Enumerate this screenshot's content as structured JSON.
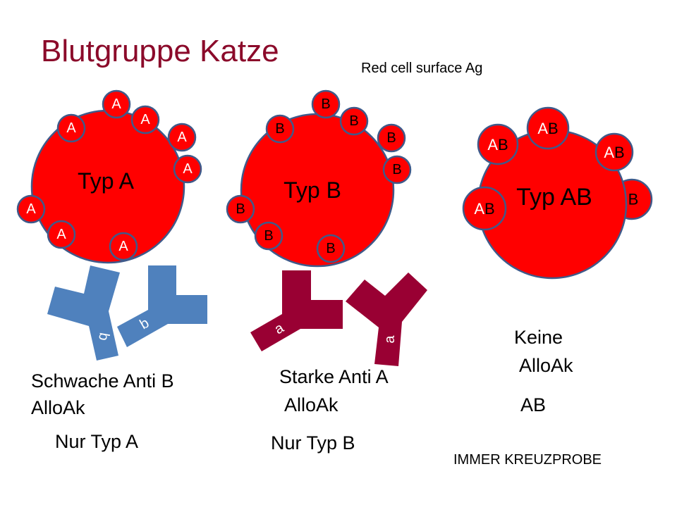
{
  "title": "Blutgruppe Katze",
  "subtitle": "Red cell surface Ag",
  "colors": {
    "cell": "#ff0000",
    "outline": "#3f5a8a",
    "anti_b": "#4f81bd",
    "anti_a": "#990033",
    "title": "#8b0a2a"
  },
  "cells": [
    {
      "label": "Typ A",
      "antigen": "A"
    },
    {
      "label": "Typ B",
      "antigen": "B"
    },
    {
      "label": "Typ AB",
      "antigen_a": "A",
      "antigen_b": "B"
    }
  ],
  "antibodies": {
    "anti_b_label": "b",
    "anti_a_label": "a"
  },
  "columns": [
    {
      "line1": "Schwache Anti B",
      "line2": "AlloAk",
      "note": "Nur Typ A"
    },
    {
      "line1": "Starke Anti A",
      "line2": "AlloAk",
      "note": "Nur Typ B"
    },
    {
      "line1": "Keine",
      "line2": "AlloAk",
      "note": "AB"
    }
  ],
  "footer": "IMMER KREUZPROBE"
}
